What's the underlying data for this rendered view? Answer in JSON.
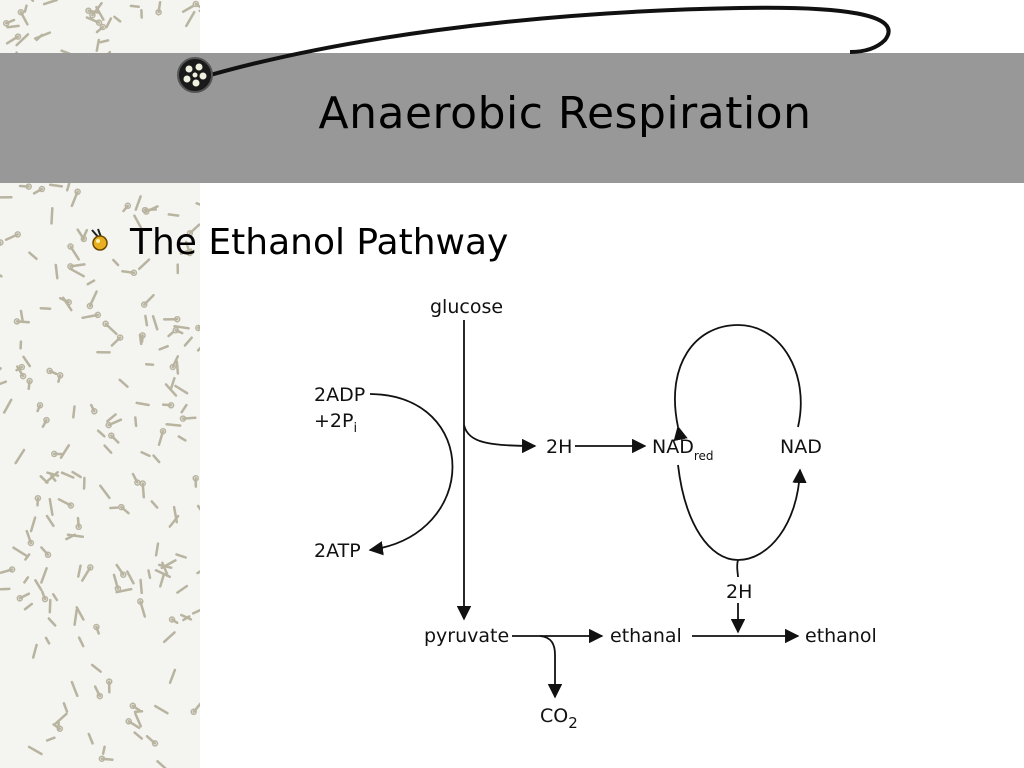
{
  "slide": {
    "title": "Anaerobic Respiration",
    "bullet": "The Ethanol Pathway"
  },
  "colors": {
    "header_band": "#989898",
    "sidebar_bg": "#f4f4f0",
    "sidebar_pattern": "#b8b4a0",
    "swoosh": "#111111",
    "bullet_dot": "#e8b020"
  },
  "icons": {
    "logo": "cell-circle-icon",
    "bullet": "bug-bullet-icon"
  },
  "diagram": {
    "glucose": "glucose",
    "adp": "2ADP",
    "pi_prefix": "+2P",
    "pi_sub": "i",
    "atp": "2ATP",
    "h_top": "2H",
    "nad_red": "NAD",
    "nad_red_sub": "red",
    "nad": "NAD",
    "h_bottom": "2H",
    "pyruvate": "pyruvate",
    "ethanal": "ethanal",
    "ethanol": "ethanol",
    "co2_prefix": "CO",
    "co2_sub": "2"
  }
}
